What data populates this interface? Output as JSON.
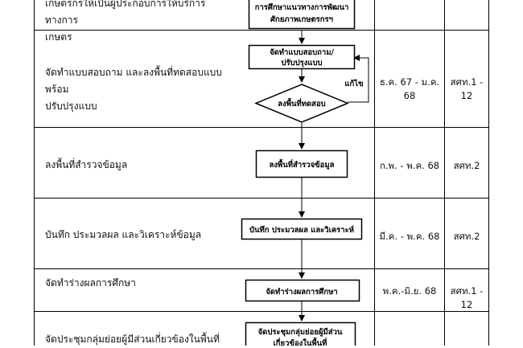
{
  "rows": [
    {
      "activity_lines": [
        "เกษตรกรให้เป็นผู้ประกอบการให้บริการทางการ",
        "เกษตร"
      ],
      "step_lines": [
        "การศึกษาแนวทางการพัฒนา",
        "ศักยภาพเกษตรกรฯ"
      ],
      "period": "",
      "responsible": ""
    },
    {
      "activity_lines": [
        "จัดทำแบบสอบถาม และลงพื้นที่ทดสอบแบบพร้อม",
        "ปรับปรุงแบบ"
      ],
      "step_lines": [
        "จัดทำแบบสอบถาม/",
        "ปรับปรุงแบบ"
      ],
      "decision": "ลงพื้นที่ทดสอบ",
      "loop_label": "แก้ไข",
      "period": "ธ.ค. 67 - ม.ค. 68",
      "responsible": "สศท.1 - 12"
    },
    {
      "activity_lines": [
        "ลงพื้นที่สำรวจข้อมูล"
      ],
      "step_lines": [
        "ลงพื้นที่สำรวจข้อมูล"
      ],
      "period": "ก.พ. - พ.ค. 68",
      "responsible": "สศท.2"
    },
    {
      "activity_lines": [
        "บันทึก ประมวลผล และวิเคราะห์ข้อมูล"
      ],
      "step_lines": [
        "บันทึก ประมวลผล และวิเคราะห์"
      ],
      "period": "มี.ค. - พ.ค. 68",
      "responsible": "สศท.2"
    },
    {
      "activity_lines": [
        "จัดทำร่างผลการศึกษา"
      ],
      "step_lines": [
        "จัดทำร่างผลการศึกษา"
      ],
      "period": "พ.ค.-มิ.ย. 68",
      "responsible": "สศท.1 - 12"
    },
    {
      "activity_lines": [
        "จัดประชุมกลุ่มย่อยผู้มีส่วนเกี่ยวข้องในพื้นที่"
      ],
      "step_lines": [
        "จัดประชุมกลุ่มย่อยผู้มีส่วน",
        "เกี่ยวข้องในพื้นที่"
      ],
      "period": "",
      "responsible": ""
    }
  ]
}
